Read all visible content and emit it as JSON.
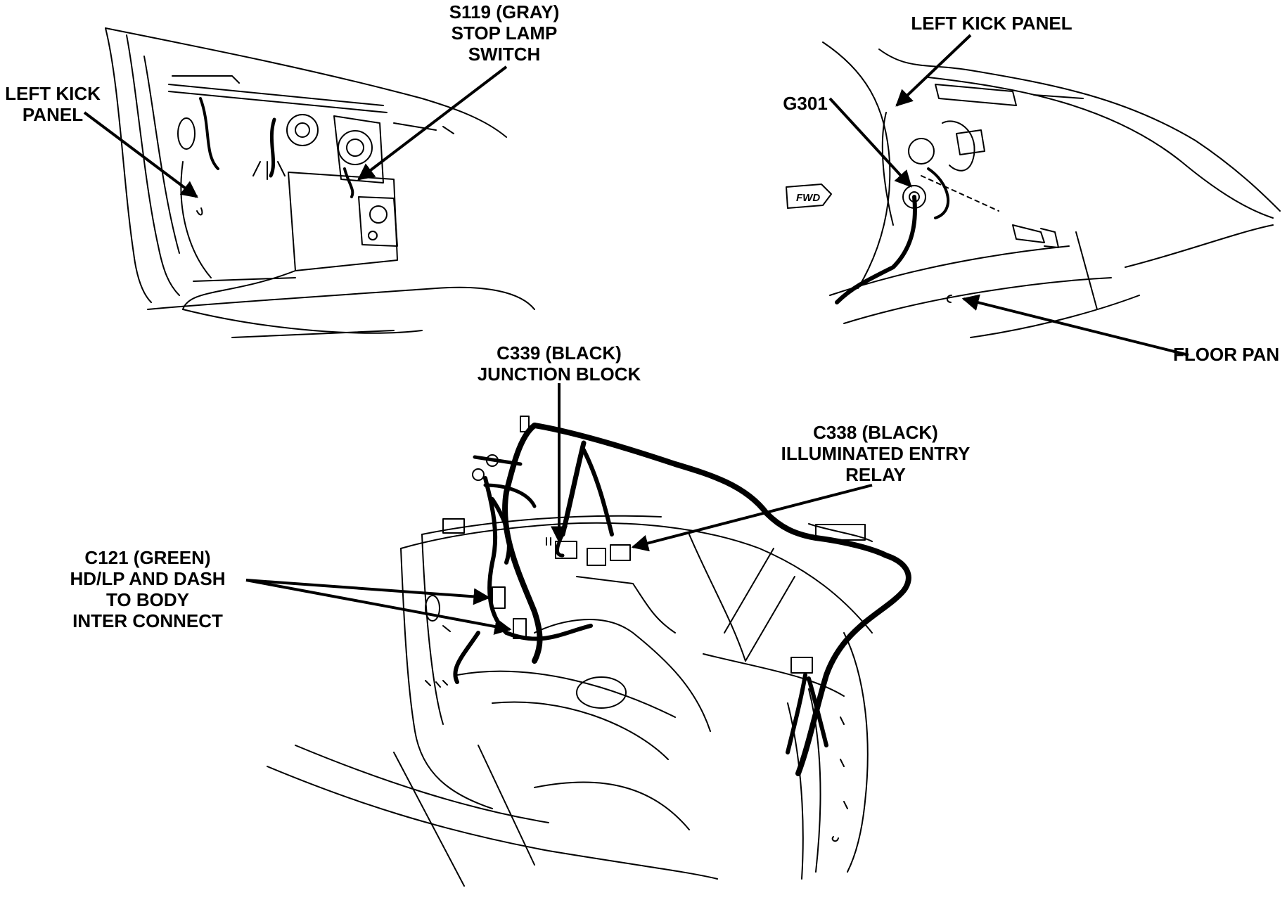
{
  "callouts": {
    "left_kick_panel_top_left": [
      "LEFT KICK",
      "PANEL"
    ],
    "stop_lamp_switch": [
      "S119 (GRAY)",
      "STOP LAMP",
      "SWITCH"
    ],
    "left_kick_panel_top_right": [
      "LEFT KICK PANEL"
    ],
    "g301": [
      "G301"
    ],
    "fwd": "FWD",
    "floor_pan": [
      "FLOOR PAN"
    ],
    "c339": [
      "C339 (BLACK)",
      "JUNCTION BLOCK"
    ],
    "c338": [
      "C338 (BLACK)",
      "ILLUMINATED ENTRY",
      "RELAY"
    ],
    "c121": [
      "C121 (GREEN)",
      "HD/LP AND DASH",
      "TO BODY",
      "INTER CONNECT"
    ]
  }
}
